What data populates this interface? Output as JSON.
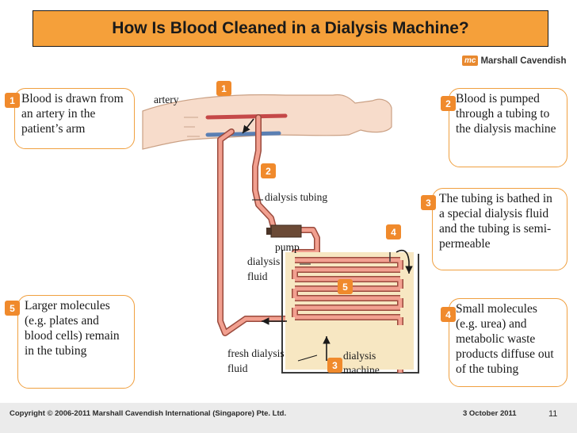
{
  "title": "How Is Blood Cleaned in a Dialysis Machine?",
  "logo": {
    "mark": "mc",
    "text": "Marshall Cavendish"
  },
  "callouts": {
    "c1": {
      "num": "1",
      "text": "Blood is drawn from an artery in the patient’s arm"
    },
    "c2": {
      "num": "2",
      "text": "Blood is pumped through a tubing to the dialysis machine"
    },
    "c3": {
      "num": "3",
      "text": "The tubing is bathed in a special dialysis fluid and the tubing is semi-permeable"
    },
    "c4": {
      "num": "4",
      "text": "Small molecules (e.g. urea) and metabolic waste products diffuse out of the tubing"
    },
    "c5": {
      "num": "5",
      "text": "Larger molecules (e.g. plates and blood cells) remain in the tubing"
    }
  },
  "diagram_labels": {
    "artery": "artery",
    "dialysis_tubing": "dialysis tubing",
    "pump": "pump",
    "dialysis_fluid_1": "dialysis",
    "dialysis_fluid_2": "fluid",
    "fresh_1": "fresh dialysis",
    "fresh_2": "fluid",
    "machine_1": "dialysis",
    "machine_2": "machine"
  },
  "diagram_markers": {
    "m1": "1",
    "m2": "2",
    "m3": "3",
    "m4": "4",
    "m5": "5"
  },
  "footer": {
    "copyright": "Copyright © 2006-2011 Marshall Cavendish International (Singapore) Pte. Ltd.",
    "date": "3 October 2011",
    "page": "11"
  }
}
